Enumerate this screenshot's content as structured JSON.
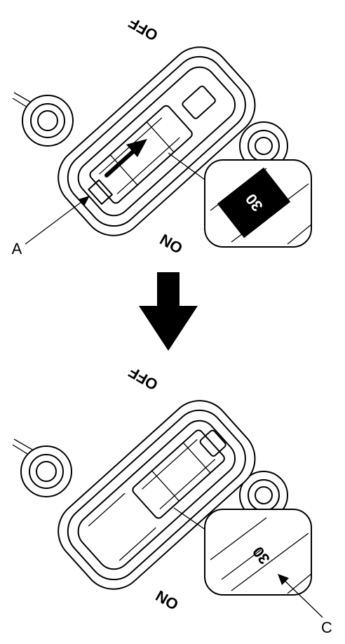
{
  "figure": {
    "top": {
      "off_label": "OFF",
      "on_label": "ON",
      "callout_A": "A",
      "inset_text": "30"
    },
    "bottom": {
      "off_label": "OFF",
      "on_label": "ON",
      "callout_C": "C",
      "inset_text": "30"
    }
  },
  "colors": {
    "ink": "#000000",
    "paper": "#ffffff"
  },
  "icons": {
    "transition": "down-arrow-icon"
  }
}
